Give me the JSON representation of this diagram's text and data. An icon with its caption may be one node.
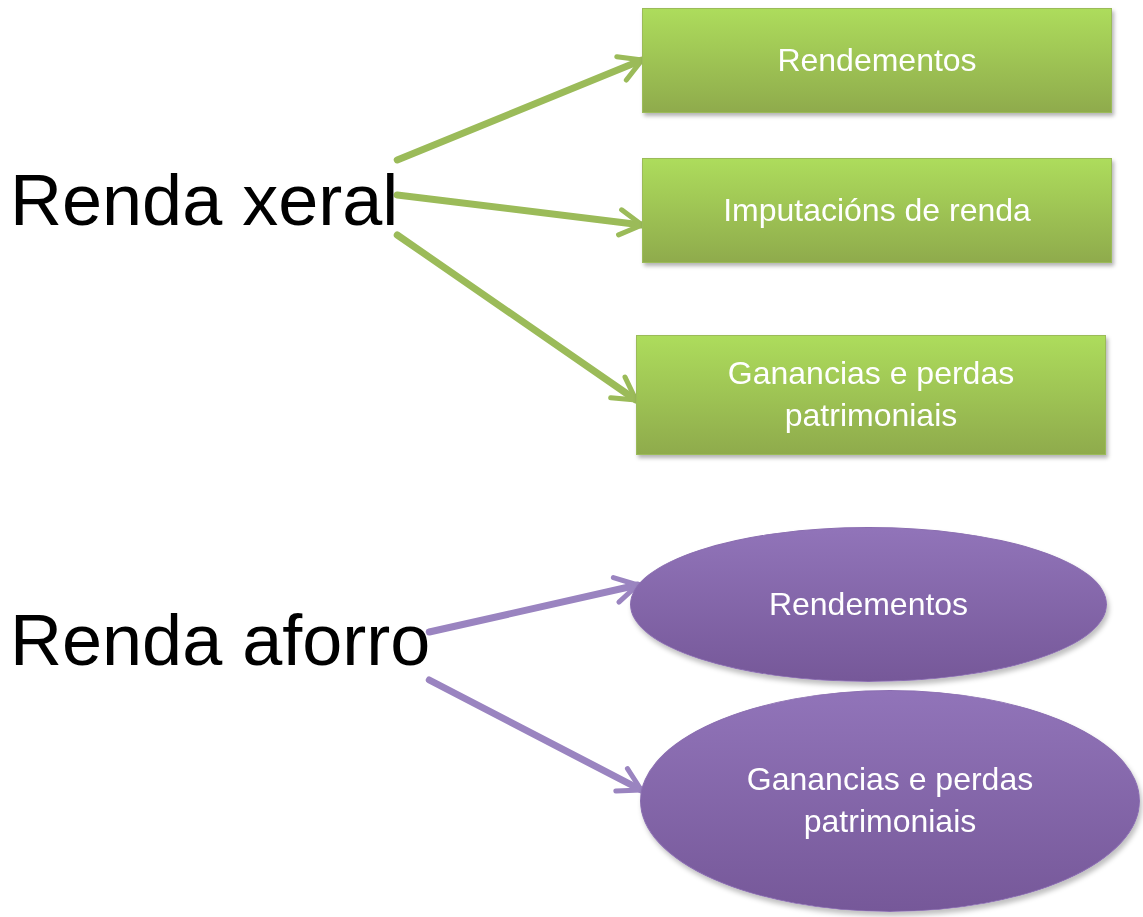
{
  "diagram": {
    "nodes": [
      {
        "text": [
          "Renda xeral"
        ]
      },
      {
        "text": [
          "Rendementos"
        ]
      },
      {
        "text": [
          "Imputacións de renda"
        ]
      },
      {
        "text": [
          "Ganancias e perdas patrimoniais"
        ]
      },
      {
        "text": [
          "Renda aforro"
        ]
      },
      {
        "text": [
          "Rendementos"
        ]
      },
      {
        "text": [
          "Ganancias e perdas patrimoniais"
        ]
      }
    ],
    "edges": [
      {
        "from": 0,
        "to": 1,
        "arrow": "to"
      },
      {
        "from": 0,
        "to": 2,
        "arrow": "to"
      },
      {
        "from": 0,
        "to": 3,
        "arrow": "to"
      },
      {
        "from": 4,
        "to": 5,
        "arrow": "to",
        "color": "#9a84c0"
      },
      {
        "from": 4,
        "to": 6,
        "arrow": "to",
        "color": "#9a84c0"
      }
    ]
  }
}
